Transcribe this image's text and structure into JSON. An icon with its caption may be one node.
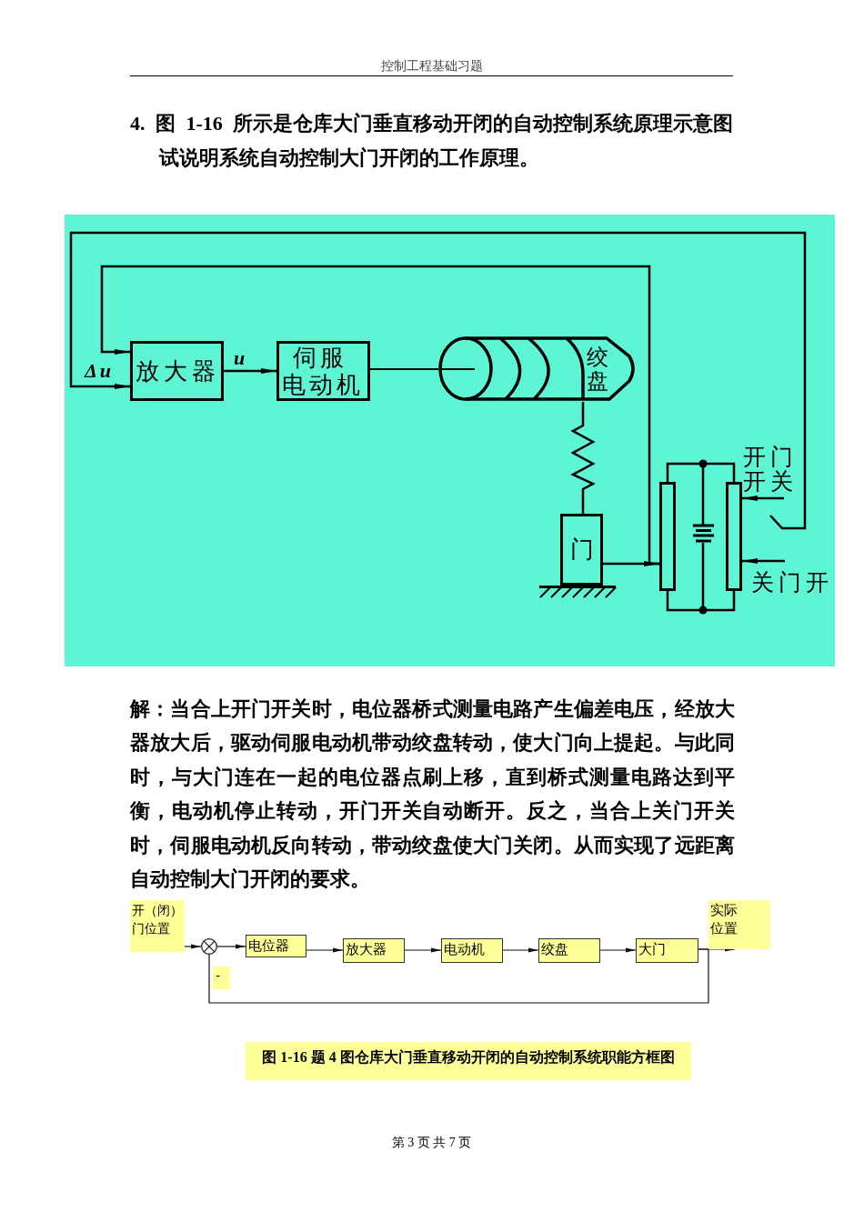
{
  "diagram": {
    "caption": "图 1-16 题 4 图仓库大门垂直移动开闭的自动控制系统职能方框图",
    "nodes": [
      {
        "text": [
          "放大器"
        ]
      },
      {
        "text": [
          "伺服电动机"
        ]
      },
      {
        "text": [
          "绞盘"
        ]
      },
      {
        "text": [
          "门"
        ]
      },
      {
        "text": [],
        "shape": "box"
      },
      {
        "text": [],
        "shape": "box"
      },
      {
        "text": [],
        "shape": "picture",
        "beside": [
          "开门开关"
        ]
      },
      {
        "text": [
          "关门开"
        ]
      },
      {
        "text": [
          "开（闭）门位置"
        ]
      },
      {
        "text": [],
        "shape": "circle"
      },
      {
        "text": [
          "电位器"
        ]
      },
      {
        "text": [
          "放大器"
        ]
      },
      {
        "text": [
          "电动机"
        ]
      },
      {
        "text": [
          "绞盘"
        ]
      },
      {
        "text": [
          "大门"
        ]
      },
      {
        "text": [
          "实际位置"
        ]
      }
    ],
    "edges": [
      {
        "from": 0,
        "to": 1,
        "arrow": "to",
        "label": "u"
      },
      {
        "from": 1,
        "to": 2,
        "arrow": "none"
      },
      {
        "from": 2,
        "to": 3,
        "arrow": "none"
      },
      {
        "from": 3,
        "to": 4,
        "arrow": "to"
      },
      {
        "from": 4,
        "to": 0,
        "arrow": "to"
      },
      {
        "from": 4,
        "to": 5,
        "arrow": "none"
      },
      {
        "from": 4,
        "to": 5,
        "arrow": "none"
      },
      {
        "from": 6,
        "to": 5,
        "arrow": "to"
      },
      {
        "from": 7,
        "to": 5,
        "arrow": "to"
      },
      {
        "from": 6,
        "to": 0,
        "arrow": "to"
      },
      {
        "from": 8,
        "to": 9,
        "arrow": "to"
      },
      {
        "from": 9,
        "to": 10,
        "arrow": "to"
      },
      {
        "from": 10,
        "to": 11,
        "arrow": "to"
      },
      {
        "from": 11,
        "to": 12,
        "arrow": "to"
      },
      {
        "from": 12,
        "to": 13,
        "arrow": "to"
      },
      {
        "from": 13,
        "to": 14,
        "arrow": "to"
      },
      {
        "from": 14,
        "to": 15,
        "arrow": "to"
      },
      {
        "from": 14,
        "to": 9,
        "arrow": "none"
      }
    ],
    "labels": [
      "控制工程基础习题",
      "4. 图 1-16 所示是仓库大门垂直移动开闭的自动控制系统原理示意图试说明系统自动控制大门开闭的工作原理。",
      "Δu",
      "解：当合上开门开关时，电位器桥式测量电路产生偏差电压，经放大器放大后，驱动伺服电动机带动绞盘转动，使大门向上提起。与此同时，与大门连在一起的电位器点刷上移，直到桥式测量电路达到平衡，电动机停止转动，开门开关自动断开。反之，当合上关门开关时，伺服电动机反向转动，带动绞盘使大门关闭。从而实现了远距离自动控制大门开闭的要求。",
      "-",
      "第 3 页 共 7 页"
    ]
  }
}
